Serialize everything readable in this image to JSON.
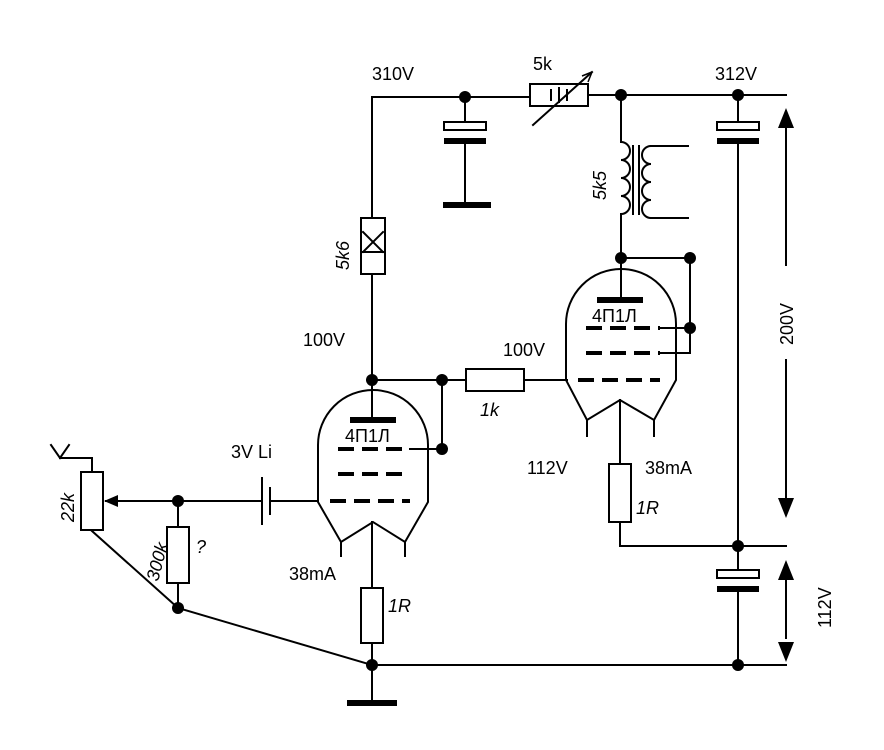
{
  "labels": {
    "v310": "310V",
    "v312": "312V",
    "r5k": "5k",
    "r5k5": "5k5",
    "r5k6": "5k6",
    "v100_left": "100V",
    "v100_right": "100V",
    "r1k": "1k",
    "tube_left": "4П1Л",
    "tube_right": "4П1Л",
    "bias": "3V Li",
    "r22k": "22k",
    "r300k": "300k",
    "r_unknown": "?",
    "i_left": "38mA",
    "i_right": "38mA",
    "v112_cathode": "112V",
    "r1r_left": "1R",
    "r1r_right": "1R",
    "v200": "200V",
    "v112_side": "112V"
  }
}
